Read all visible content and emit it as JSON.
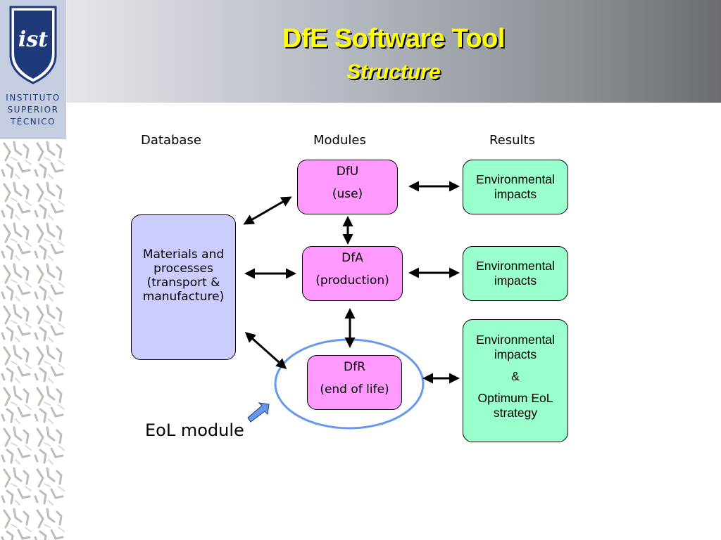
{
  "institution": {
    "logo_letters": "ist",
    "lines": [
      "INSTITUTO",
      "SUPERIOR",
      "TÉCNICO"
    ]
  },
  "header": {
    "title": "DfE Software Tool",
    "subtitle": "Structure"
  },
  "columns": {
    "database": "Database",
    "modules": "Modules",
    "results": "Results"
  },
  "database": {
    "lines": [
      "Materials and",
      "processes",
      "(transport &",
      "manufacture)"
    ]
  },
  "modules": [
    {
      "name": "DfU",
      "phase": "(use)"
    },
    {
      "name": "DfA",
      "phase": "(production)"
    },
    {
      "name": "DfR",
      "phase": "(end of life)"
    }
  ],
  "results": [
    {
      "lines": [
        "Environmental",
        "impacts"
      ]
    },
    {
      "lines": [
        "Environmental",
        "impacts"
      ]
    },
    {
      "lines": [
        "Environmental",
        "impacts",
        "&",
        "Optimum EoL",
        "strategy"
      ]
    }
  ],
  "eol_label": "EoL module",
  "colors": {
    "title": "#ffff00",
    "module_fill": "#ff99ff",
    "result_fill": "#99ffcc",
    "database_fill": "#ccccff",
    "highlight_ellipse": "#6699ee",
    "logo_blue": "#1e3a7a"
  }
}
